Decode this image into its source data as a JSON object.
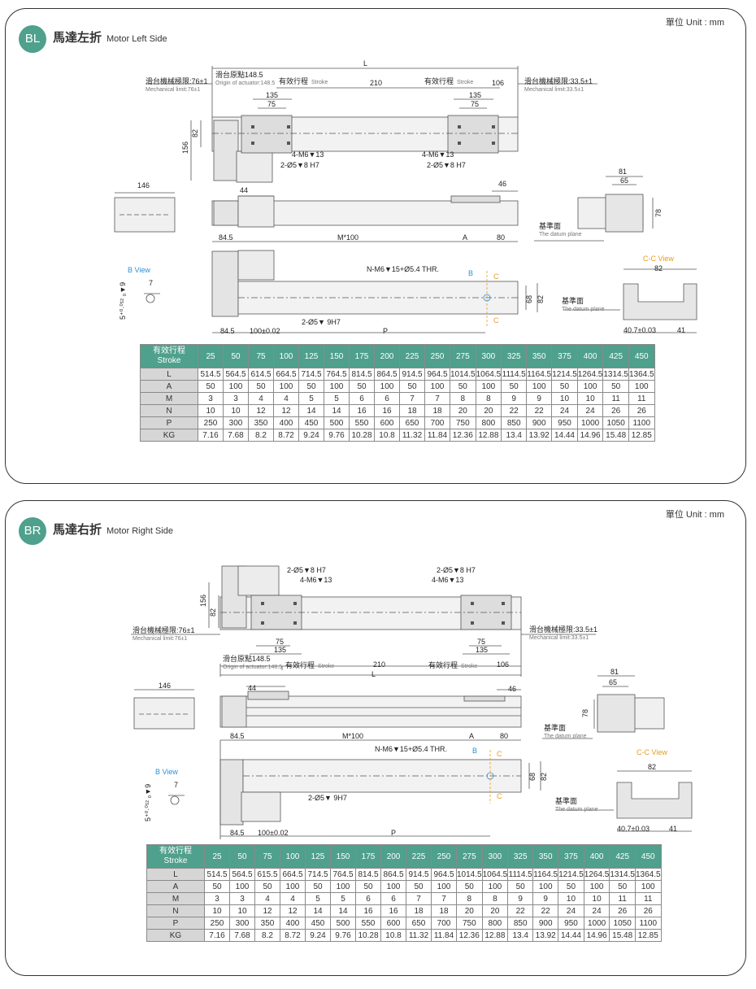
{
  "unit_label": "單位 Unit : mm",
  "sections": [
    {
      "badge": "BL",
      "title_zh": "馬達左折",
      "title_en": "Motor Left Side"
    },
    {
      "badge": "BR",
      "title_zh": "馬達右折",
      "title_en": "Motor Right Side"
    }
  ],
  "annotations": {
    "mech_limit_left_zh": "滑台機械極限:76±1",
    "mech_limit_left_en": "Mechanical limit:76±1",
    "mech_limit_right_zh": "滑台機械極限:33.5±1",
    "mech_limit_right_en": "Mechanical limit:33.5±1",
    "origin_zh": "滑台原點148.5",
    "origin_en": "Origin of actuator:148.5",
    "stroke_zh": "有效行程",
    "stroke_en": "Stroke",
    "datum_zh": "基準面",
    "datum_en": "The datum plane",
    "b_view": "B View",
    "cc_view": "C-C View",
    "tap_holes": "4-M6▼13",
    "pin_holes": "2-Ø5▼8 H7",
    "bottom_holes": "N-M6▼15+Ø5.4 THR.",
    "bottom_pins": "2-Ø5▼ 9H7",
    "b_label": "B",
    "c_label": "C",
    "tol": "5⁺⁰·⁰¹² ₀▼9"
  },
  "dims": {
    "L": "L",
    "d148": "148.5",
    "d210": "210",
    "d106": "106",
    "d135": "135",
    "d75": "75",
    "d82": "82",
    "d156": "156",
    "d146": "146",
    "d44": "44",
    "d46": "46",
    "d81": "81",
    "d65": "65",
    "d78": "78",
    "d845": "84.5",
    "m100": "M*100",
    "A": "A",
    "d80": "80",
    "d68": "68",
    "d100": "100±0.02",
    "P": "P",
    "d7": "7",
    "d407": "40.7±0.03",
    "d41": "41"
  },
  "table": {
    "header_zh": "有效行程",
    "header_en": "Stroke",
    "strokes": [
      "25",
      "50",
      "75",
      "100",
      "125",
      "150",
      "175",
      "200",
      "225",
      "250",
      "275",
      "300",
      "325",
      "350",
      "375",
      "400",
      "425",
      "450"
    ],
    "rows": [
      {
        "label": "L",
        "values": [
          "514.5",
          "564.5",
          "614.5",
          "664.5",
          "714.5",
          "764.5",
          "814.5",
          "864.5",
          "914.5",
          "964.5",
          "1014.5",
          "1064.5",
          "1114.5",
          "1164.5",
          "1214.5",
          "1264.5",
          "1314.5",
          "1364.5"
        ]
      },
      {
        "label": "A",
        "values": [
          "50",
          "100",
          "50",
          "100",
          "50",
          "100",
          "50",
          "100",
          "50",
          "100",
          "50",
          "100",
          "50",
          "100",
          "50",
          "100",
          "50",
          "100"
        ]
      },
      {
        "label": "M",
        "values": [
          "3",
          "3",
          "4",
          "4",
          "5",
          "5",
          "6",
          "6",
          "7",
          "7",
          "8",
          "8",
          "9",
          "9",
          "10",
          "10",
          "11",
          "11"
        ]
      },
      {
        "label": "N",
        "values": [
          "10",
          "10",
          "12",
          "12",
          "14",
          "14",
          "16",
          "16",
          "18",
          "18",
          "20",
          "20",
          "22",
          "22",
          "24",
          "24",
          "26",
          "26"
        ]
      },
      {
        "label": "P",
        "values": [
          "250",
          "300",
          "350",
          "400",
          "450",
          "500",
          "550",
          "600",
          "650",
          "700",
          "750",
          "800",
          "850",
          "900",
          "950",
          "1000",
          "1050",
          "1100"
        ]
      },
      {
        "label": "KG",
        "values": [
          "7.16",
          "7.68",
          "8.2",
          "8.72",
          "9.24",
          "9.76",
          "10.28",
          "10.8",
          "11.32",
          "11.84",
          "12.36",
          "12.88",
          "13.4",
          "13.92",
          "14.44",
          "14.96",
          "15.48",
          "12.85"
        ]
      }
    ],
    "rows_br_L": [
      "514.5",
      "564.5",
      "615.5",
      "664.5",
      "714.5",
      "764.5",
      "814.5",
      "864.5",
      "914.5",
      "964.5",
      "1014.5",
      "1064.5",
      "1114.5",
      "1164.5",
      "1214.5",
      "1264.5",
      "1314.5",
      "1364.5"
    ]
  }
}
